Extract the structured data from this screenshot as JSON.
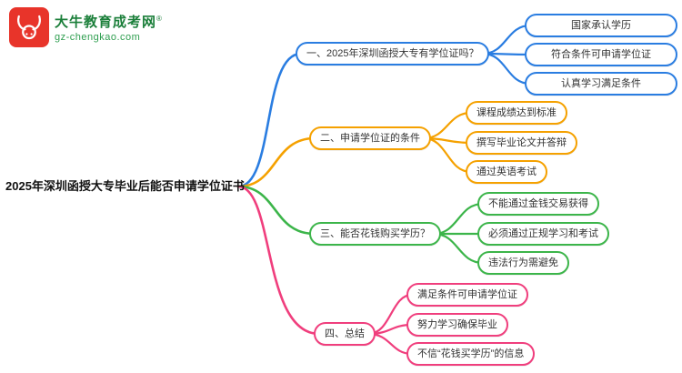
{
  "page": {
    "background": "#ffffff"
  },
  "logo": {
    "brand": "大牛教育成考网",
    "registered_mark": "®",
    "domain": "gz-chengkao.com",
    "icon": "bull-icon",
    "brand_color": "#1b7f3a",
    "box_color": "#e8342a"
  },
  "root": {
    "label": "2025年深圳函授大专毕业后能否申请学位证书"
  },
  "colors": {
    "branch1": "#2a7de1",
    "branch2": "#f5a100",
    "branch3": "#3cb54a",
    "branch4": "#f03e7d"
  },
  "branches": [
    {
      "label": "一、2025年深圳函授大专有学位证吗？",
      "color": "#2a7de1",
      "children": [
        "国家承认学历",
        "符合条件可申请学位证",
        "认真学习满足条件"
      ]
    },
    {
      "label": "二、申请学位证的条件",
      "color": "#f5a100",
      "children": [
        "课程成绩达到标准",
        "撰写毕业论文并答辩",
        "通过英语考试"
      ]
    },
    {
      "label": "三、能否花钱购买学历？",
      "color": "#3cb54a",
      "children": [
        "不能通过金钱交易获得",
        "必须通过正规学习和考试",
        "违法行为需避免"
      ]
    },
    {
      "label": "四、总结",
      "color": "#f03e7d",
      "children": [
        "满足条件可申请学位证",
        "努力学习确保毕业",
        "不信“花钱买学历”的信息"
      ]
    }
  ]
}
